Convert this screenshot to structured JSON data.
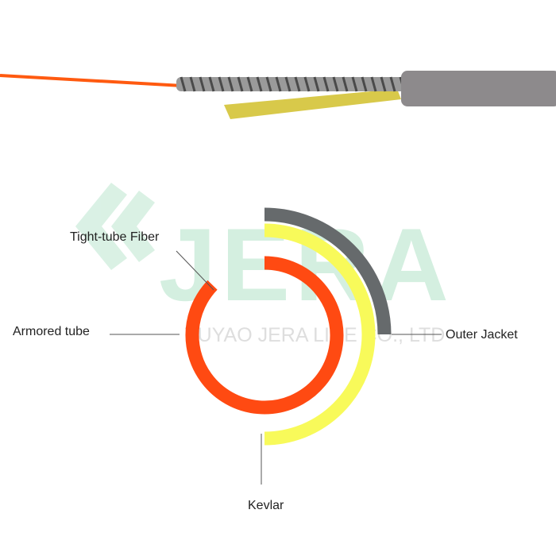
{
  "watermark": {
    "logo": "JERA",
    "company": "YUYAO JERA LINE  CO., LTD"
  },
  "labels": {
    "tight_tube_fiber": "Tight-tube Fiber",
    "armored_tube": "Armored tube",
    "outer_jacket": "Outer Jacket",
    "kevlar": "Kevlar"
  },
  "colors": {
    "fiber": "#ff4a12",
    "kevlar": "#f8fa5a",
    "jacket": "#666a6c",
    "watermark": "#d4efe0"
  }
}
